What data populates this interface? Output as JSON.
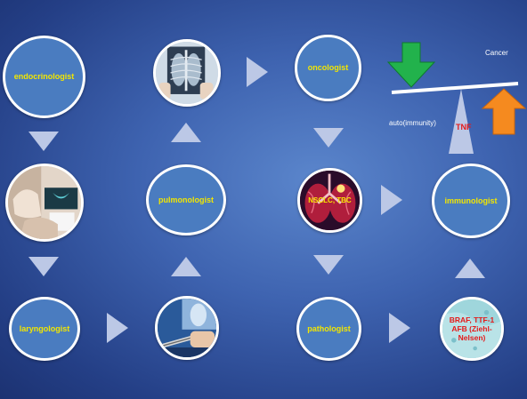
{
  "nodes": {
    "endocrinologist": "endocrinologist",
    "oncologist": "oncologist",
    "pulmonologist": "pulmonologist",
    "immunologist": "immunologist",
    "laryngologist": "laryngologist",
    "pathologist": "pathologist",
    "nsclc": "NSCLC, TBC",
    "markers_line1": "BRAF, TTF-1",
    "markers_line2": "AFB (Ziehl-",
    "markers_line3": "Nelsen)"
  },
  "balance": {
    "cancer_label": "Cancer",
    "immunity_label": "auto(immunity)",
    "pivot_label": "TNF",
    "down_arrow_color": "#22b24c",
    "up_arrow_color": "#f58a1f"
  },
  "colors": {
    "node_fill": "#4a7cc0",
    "node_text": "#f2e600",
    "arrow_fill": "#bcc8e6",
    "alert_text": "#e51a1a"
  },
  "icons": {
    "chest-xray": "chest x-ray photo",
    "thyroid-exam": "thyroid examination photo",
    "bronchoscopy": "bronchoscopy photo",
    "lung-cancer": "lung tumor illustration",
    "tissue-sample": "stained tissue sample"
  }
}
